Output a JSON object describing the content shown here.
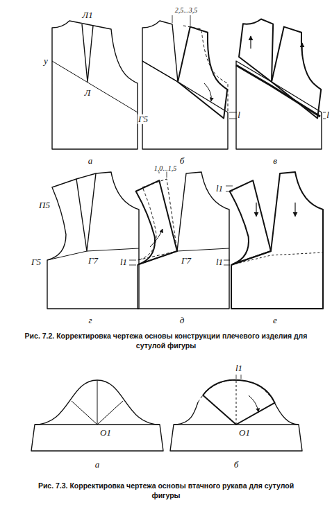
{
  "diagram": {
    "labels": [
      "Л1",
      "y",
      "Л",
      "Г5",
      "2,5...3,5",
      "l",
      "l",
      "а",
      "б",
      "в",
      "П5",
      "Г5",
      "Г7",
      "1,0...1,5",
      "l1",
      "Г7",
      "l1",
      "l1",
      "г",
      "д",
      "е",
      "Рис. 7.2. Корректировка чертежа основы конструкции плечевого изделия для сутулой фигуры",
      "О1",
      "l1",
      "О1",
      "а",
      "б",
      "Рис. 7.3. Корректировка чертежа основы втачного рукава для сутулой фигуры"
    ]
  }
}
